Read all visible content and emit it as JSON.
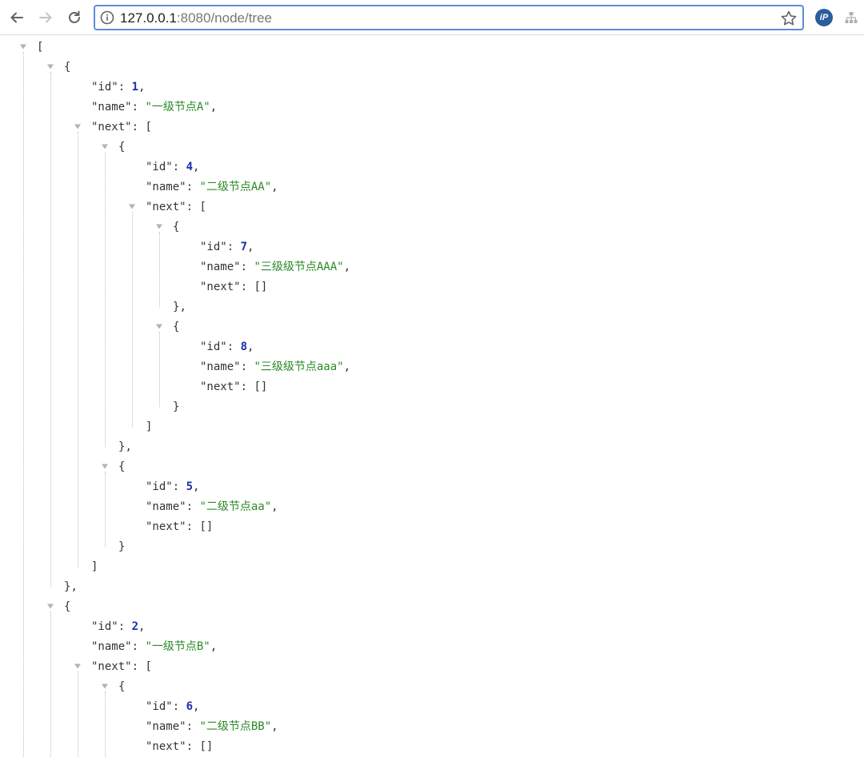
{
  "browser": {
    "url_host": "127.0.0.1",
    "url_rest": ":8080/node/tree",
    "extension_badge": "iP"
  },
  "json_tree": [
    {
      "id": 1,
      "name": "一级节点A",
      "next": [
        {
          "id": 4,
          "name": "二级节点AA",
          "next": [
            {
              "id": 7,
              "name": "三级级节点AAA",
              "next": []
            },
            {
              "id": 8,
              "name": "三级级节点aaa",
              "next": []
            }
          ]
        },
        {
          "id": 5,
          "name": "二级节点aa",
          "next": []
        }
      ]
    },
    {
      "id": 2,
      "name": "一级节点B",
      "next": [
        {
          "id": 6,
          "name": "二级节点BB",
          "next": []
        }
      ]
    }
  ],
  "icons": {
    "back": "arrow-left-icon",
    "forward": "arrow-right-icon",
    "reload": "reload-icon",
    "info": "info-circle-icon",
    "star": "star-outline-icon",
    "sitemap": "sitemap-icon",
    "toggle": "triangle-down-icon"
  },
  "colors": {
    "string": "#2b8a26",
    "number": "#1b2fa8",
    "punctuation": "#333333",
    "omnibox_focus": "#5b8dd9"
  }
}
